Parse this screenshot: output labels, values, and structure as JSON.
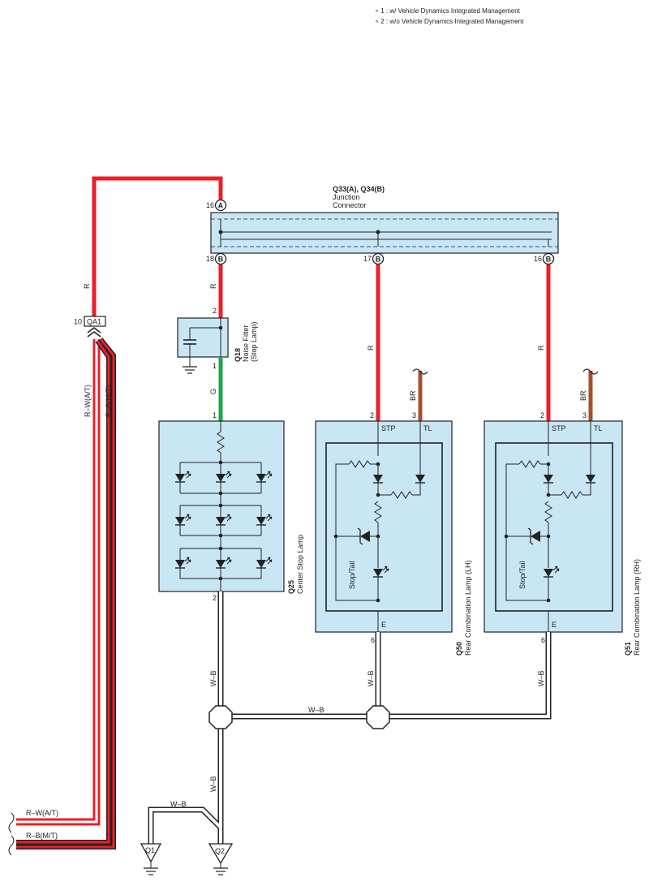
{
  "notes": {
    "note1": "∘ 1 : w/ Vehicle Dynamics Integrated Management",
    "note2": "∘ 2 : w/o Vehicle Dynamics Integrated Management"
  },
  "colors": {
    "red_wire": "#e8202a",
    "green_wire": "#1fa54a",
    "brown_wire": "#a0522d",
    "component_fill": "#c8e6f4",
    "outline": "#222222"
  },
  "junction": {
    "code": "Q33(A), Q34(B)",
    "name_line1": "Junction",
    "name_line2": "Connector",
    "pin_a16": "16",
    "pin_a16_letter": "A",
    "pin_b18": "18",
    "pin_b17": "17",
    "pin_b16": "16",
    "letter_b": "B"
  },
  "connector_qa1": {
    "code": "QA1",
    "pin": "10"
  },
  "noise_filter": {
    "code": "Q18",
    "name_line1": "Noise Filter",
    "name_line2": "(Stop Lamp)",
    "pin_top": "2",
    "pin_bottom": "1"
  },
  "center_stop_lamp": {
    "code": "Q25",
    "name": "Center Stop Lamp",
    "pin_top": "1",
    "pin_bottom": "2"
  },
  "rear_lamp_lh": {
    "code": "Q50",
    "name": "Rear Combination Lamp (LH)",
    "pin_stp": "2",
    "pin_tl": "3",
    "pin_e": "6",
    "label_stp": "STP",
    "label_tl": "TL",
    "label_e": "E",
    "inner_label": "Stop/Tail"
  },
  "rear_lamp_rh": {
    "code": "Q51",
    "name": "Rear Combination Lamp (RH)",
    "pin_stp": "2",
    "pin_tl": "3",
    "pin_e": "6",
    "label_stp": "STP",
    "label_tl": "TL",
    "label_e": "E",
    "inner_label": "Stop/Tail"
  },
  "wires": {
    "r": "R",
    "g": "G",
    "br": "BR",
    "wb": "W–B",
    "rw_at": "R–W(A/T)",
    "rb_mt": "R–B(M/T)"
  },
  "grounds": {
    "q1": "Q1",
    "q2": "Q2"
  }
}
